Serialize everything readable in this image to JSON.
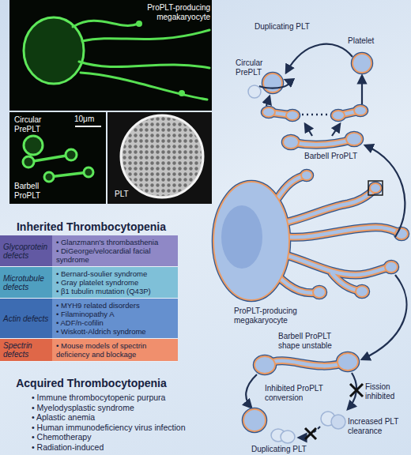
{
  "diagram": {
    "nodes": [
      {
        "text": [
          "Glycoprotein defects",
          "• Glanzmann's thrombasthenia",
          "• DiGeorge/velocardial facial syndrome"
        ]
      },
      {
        "text": [
          "Microtubule defects",
          "• Bernard-soulier syndrome",
          "• Gray platelet syndrome",
          "• β1 tubulin mutation (Q43P)"
        ]
      },
      {
        "text": [
          "Actin defects",
          "• MYH9 related disorders",
          "• Filaminopathy A",
          "• ADF/n-cofilin",
          "• Wiskott-Aldrich syndrome"
        ]
      },
      {
        "text": [
          "Spectrin defects",
          "• Mouse models of spectrin deficiency and blockage"
        ]
      }
    ],
    "labels": [
      "ProPLT-producing megakaryocyte",
      "Circular PrePLT",
      "10μm",
      "Barbell ProPLT",
      "PLT",
      "Duplicating PLT",
      "Platelet",
      "Circular PrePLT",
      "Barbell ProPLT",
      "Inherited Thrombocytopenia",
      "ProPLT-producing megakaryocyte",
      "Barbell ProPLT shape unstable",
      "Acquired Thrombocytopenia",
      "• Immune thrombocytopenic purpura",
      "• Myelodysplastic syndrome",
      "• Aplastic anemia",
      "• Human immunodeficiency virus infection",
      "• Chemotherapy",
      "• Radiation-induced",
      "Inhibited ProPLT conversion",
      "Fission inhibited",
      "Increased PLT clearance",
      "Duplicating PLT"
    ]
  }
}
